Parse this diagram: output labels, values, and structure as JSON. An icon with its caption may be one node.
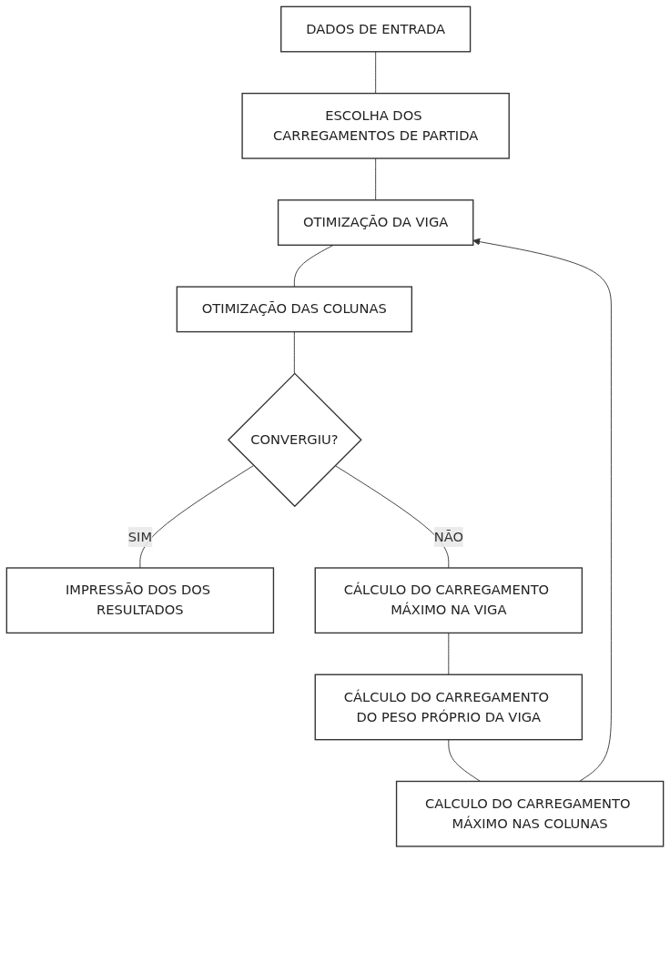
{
  "diagram": {
    "nodes": [
      {
        "text": [
          "DADOS DE ENTRADA"
        ]
      },
      {
        "text": [
          "ESCOLHA DOS CARREGAMENTOS DE PARTIDA"
        ]
      },
      {
        "text": [
          "OTIMIZAÇÃO DA VIGA"
        ]
      },
      {
        "text": [
          "OTIMIZAÇÃO DAS COLUNAS"
        ]
      },
      {
        "text": [
          "CONVERGIU?"
        ]
      },
      {
        "text": [
          "IMPRESSÃO DOS DOS RESULTADOS"
        ]
      },
      {
        "text": [
          "CÁLCULO DO CARREGAMENTO MÁXIMO NA VIGA"
        ]
      },
      {
        "text": [
          "CÁLCULO DO CARREGAMENTO DO PESO PRÓPRIO DA VIGA"
        ]
      },
      {
        "text": [
          "CALCULO DO CARREGAMENTO MÁXIMO NAS COLUNAS"
        ]
      }
    ],
    "edges": [
      {
        "from": 0,
        "to": 1,
        "arrow": "none"
      },
      {
        "from": 1,
        "to": 2,
        "arrow": "none"
      },
      {
        "from": 2,
        "to": 3,
        "arrow": "none"
      },
      {
        "from": 3,
        "to": 4,
        "arrow": "none"
      },
      {
        "from": 4,
        "to": 5,
        "arrow": "none",
        "label": "SIM"
      },
      {
        "from": 4,
        "to": 6,
        "arrow": "none",
        "label": "NÃO"
      },
      {
        "from": 6,
        "to": 7,
        "arrow": "none"
      },
      {
        "from": 7,
        "to": 8,
        "arrow": "none"
      },
      {
        "from": 8,
        "to": 2,
        "arrow": "to"
      }
    ]
  }
}
